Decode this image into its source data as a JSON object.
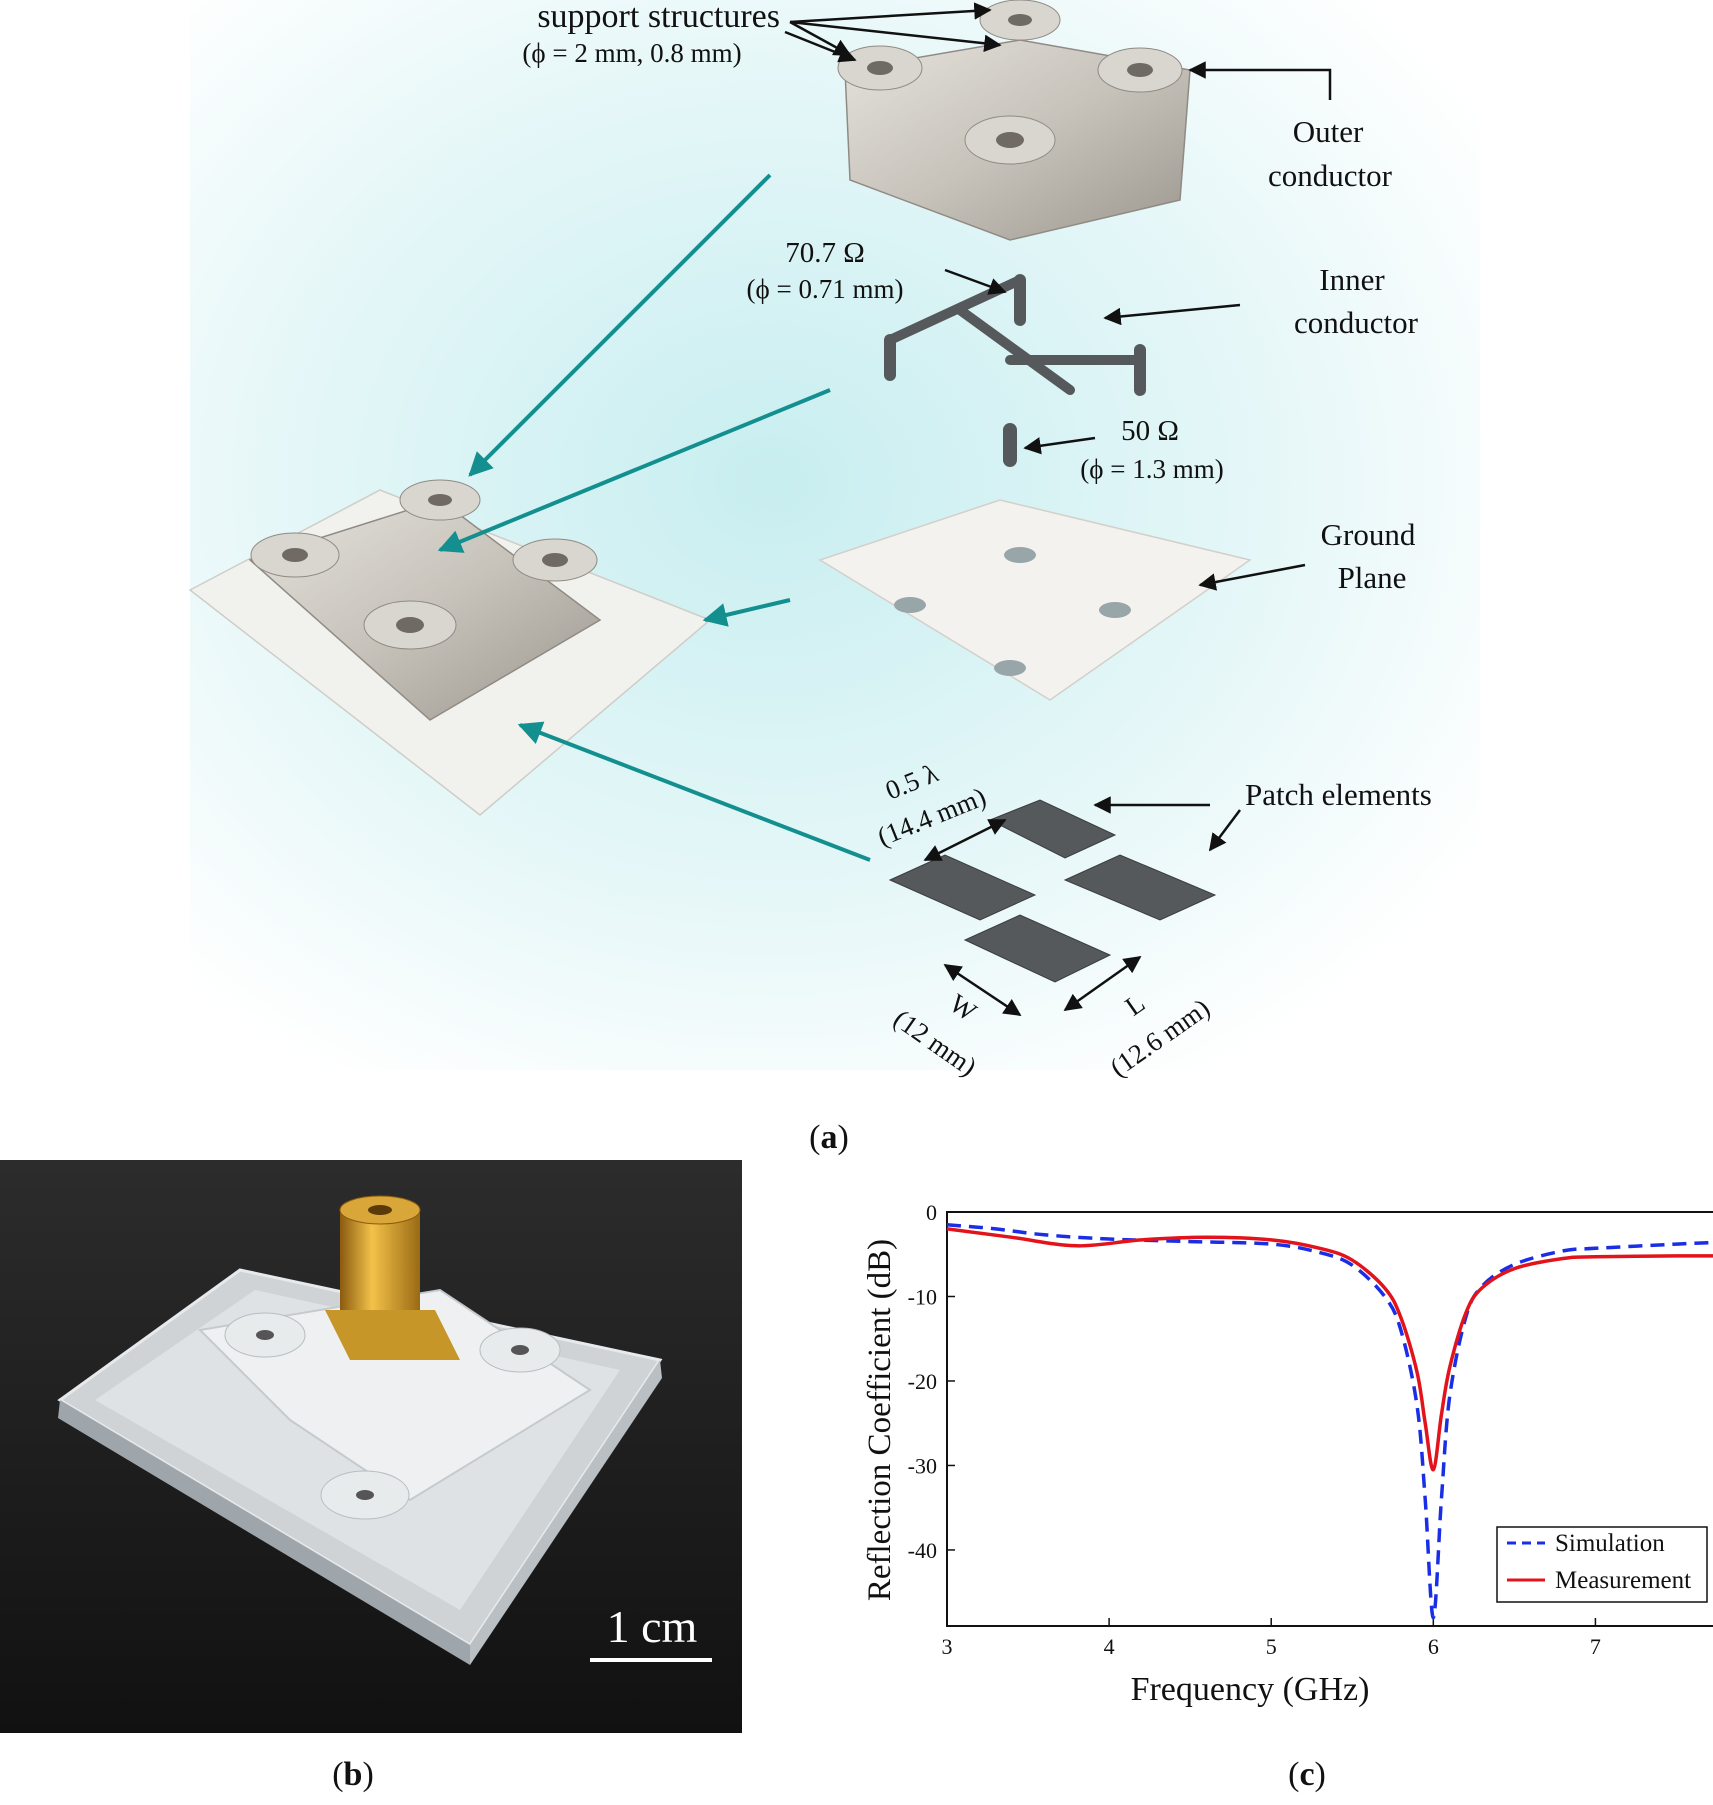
{
  "panel_a": {
    "caption_open": "(",
    "caption_letter": "a",
    "caption_close": ")",
    "labels": {
      "support_title": "support structures",
      "support_dims": "(ϕ = 2 mm, 0.8 mm)",
      "outer_line1": "Outer",
      "outer_line2": "conductor",
      "imp70_value": "70.7 Ω",
      "imp70_dim": "(ϕ = 0.71 mm)",
      "inner_line1": "Inner",
      "inner_line2": "conductor",
      "imp50_value": "50 Ω",
      "imp50_dim": "(ϕ = 1.3 mm)",
      "ground_line1": "Ground",
      "ground_line2": "Plane",
      "patch_label": "Patch elements",
      "spacing_value": "0.5 λ",
      "spacing_dim": "(14.4 mm)",
      "w_label": "W",
      "w_dim": "(12 mm)",
      "l_label": "L",
      "l_dim": "(12.6 mm)"
    }
  },
  "panel_b": {
    "caption_open": "(",
    "caption_letter": "b",
    "caption_close": ")",
    "scale_bar_label": "1 cm"
  },
  "panel_c": {
    "caption_open": "(",
    "caption_letter": "c",
    "caption_close": ")"
  },
  "colors": {
    "simulation": "#1a2ee6",
    "measurement": "#e3131b",
    "arrow_teal": "#138f8f",
    "background_tint": "#d6f1f3"
  },
  "chart_data": {
    "type": "line",
    "title": "",
    "xlabel": "Frequency (GHz)",
    "ylabel": "Reflection Coefficient (dB)",
    "xlim": [
      3,
      7.75
    ],
    "ylim": [
      -49,
      0
    ],
    "xticks": [
      "3",
      "4",
      "5",
      "6",
      "7"
    ],
    "yticks": [
      "0",
      "-10",
      "-20",
      "-30",
      "-40"
    ],
    "grid": false,
    "legend_position": "bottom-right",
    "series": [
      {
        "name": "Simulation",
        "style": "dashed",
        "x": [
          3.0,
          3.3,
          3.6,
          4.0,
          4.5,
          5.0,
          5.3,
          5.5,
          5.7,
          5.8,
          5.9,
          5.95,
          6.0,
          6.05,
          6.1,
          6.2,
          6.3,
          6.5,
          6.8,
          7.0,
          7.5,
          7.75
        ],
        "y": [
          -1.5,
          -2.0,
          -2.7,
          -3.2,
          -3.5,
          -3.8,
          -4.8,
          -6.3,
          -10,
          -14,
          -23,
          -34,
          -48,
          -34,
          -22,
          -12.5,
          -8.8,
          -6.2,
          -4.6,
          -4.3,
          -3.8,
          -3.6
        ]
      },
      {
        "name": "Measurement",
        "style": "solid",
        "x": [
          3.0,
          3.4,
          3.8,
          4.2,
          4.6,
          5.0,
          5.3,
          5.5,
          5.7,
          5.8,
          5.9,
          5.95,
          6.0,
          6.05,
          6.1,
          6.2,
          6.3,
          6.5,
          6.8,
          7.0,
          7.5,
          7.75
        ],
        "y": [
          -2.0,
          -3.0,
          -4.0,
          -3.3,
          -3.0,
          -3.3,
          -4.3,
          -5.7,
          -9.0,
          -12.5,
          -19,
          -25,
          -30.5,
          -24,
          -18.5,
          -12.0,
          -9.0,
          -6.7,
          -5.5,
          -5.3,
          -5.2,
          -5.2
        ]
      }
    ]
  }
}
